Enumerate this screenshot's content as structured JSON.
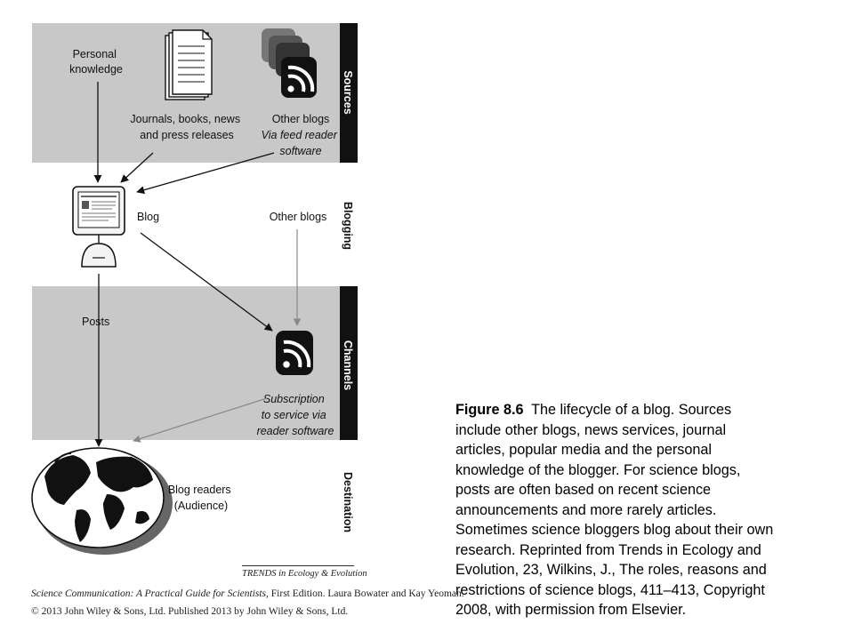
{
  "stages": {
    "sources": "Sources",
    "blogging": "Blogging",
    "channels": "Channels",
    "destination": "Destination"
  },
  "labels": {
    "personal_knowledge": [
      "Personal",
      "knowledge"
    ],
    "journals": [
      "Journals, books, news",
      "and press releases"
    ],
    "other_blogs_sources": [
      "Other blogs"
    ],
    "other_blogs_sources_italic": [
      "Via feed reader",
      "software"
    ],
    "blog": "Blog",
    "other_blogs_blogging": "Other blogs",
    "posts": "Posts",
    "subscription": [
      "Subscription",
      "to service via",
      "reader software"
    ],
    "blog_readers": [
      "Blog readers",
      "(Audience)"
    ]
  },
  "journal_tag": "TRENDS in Ecology & Evolution",
  "credits": {
    "line1_italic": "Science Communication: A Practical Guide for Scientists",
    "line1_rest": ", First Edition. Laura Bowater and Kay Yeoman.",
    "line2": "© 2013 John Wiley & Sons, Ltd. Published 2013 by John Wiley & Sons, Ltd."
  },
  "caption": {
    "figure_label": "Figure 8.6",
    "lines": [
      "  The lifecycle of a blog. Sources",
      "include other blogs, news services, journal",
      "articles, popular media and the personal",
      "knowledge of the blogger. For science blogs,",
      "posts are often based on recent science",
      "announcements and more rarely articles.",
      "Sometimes science bloggers blog about their own",
      "research. Reprinted from Trends in Ecology and",
      "Evolution, 23, Wilkins, J., The roles, reasons and",
      "restrictions of science blogs, 411–413, Copyright",
      "2008, with permission from Elsevier."
    ]
  },
  "colors": {
    "band_gray": "#c8c8c8",
    "sidebar_black": "#111111",
    "sidebar_white": "#ffffff",
    "ink": "#111111"
  }
}
